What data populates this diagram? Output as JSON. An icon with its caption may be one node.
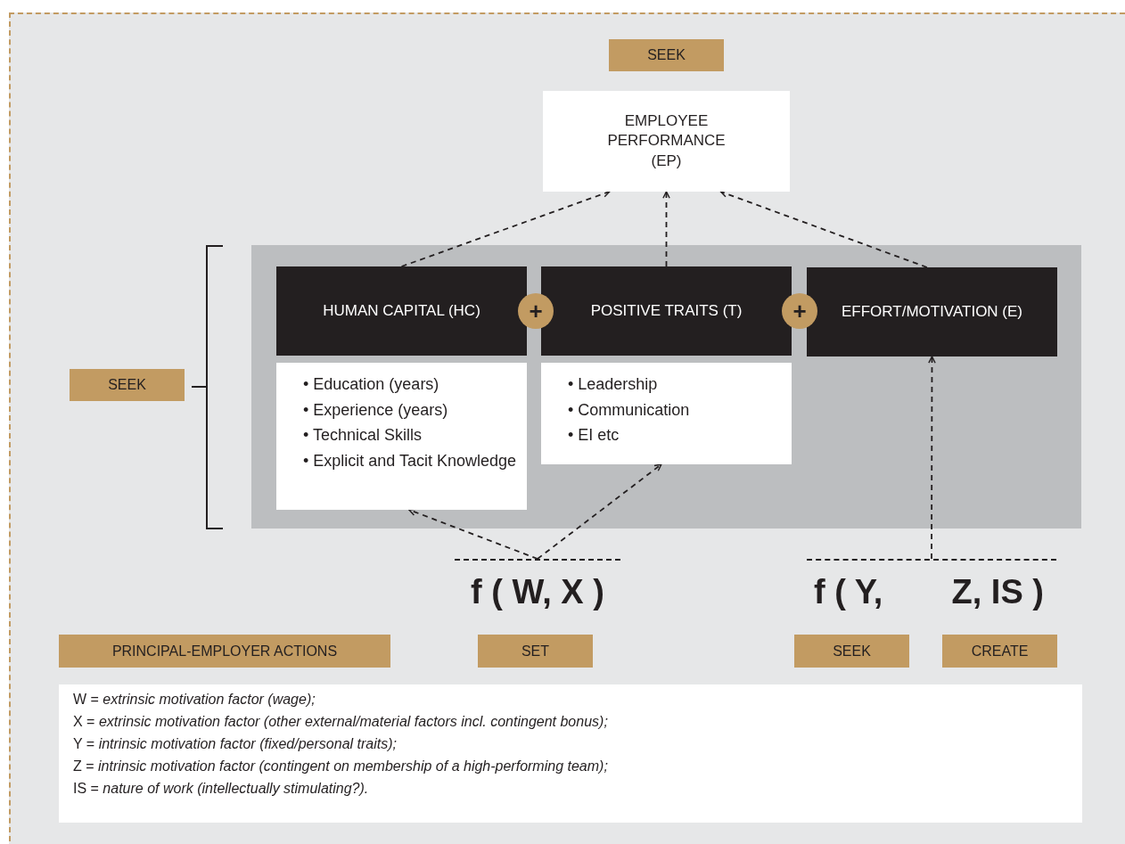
{
  "diagram": {
    "nodes": [
      {
        "text": [
          "SEEK"
        ]
      },
      {
        "text": [
          "EMPLOYEE PERFORMANCE (EP)"
        ]
      },
      {
        "text": [],
        "shape": "box"
      },
      {
        "text": [
          "HUMAN CAPITAL (HC)"
        ],
        "in": 2
      },
      {
        "text": [
          "+"
        ],
        "in": 2
      },
      {
        "text": [
          "POSITIVE TRAITS (T)"
        ],
        "in": 2
      },
      {
        "text": [
          "+"
        ],
        "in": 2
      },
      {
        "text": [
          "EFFORT/MOTIVATION (E)"
        ],
        "in": 2
      },
      {
        "text": [
          "• Education (years)",
          "• Experience (years)",
          "• Technical Skills",
          "• Explicit and Tacit Knowledge"
        ],
        "in": 2
      },
      {
        "text": [
          "• Leadership",
          "• Communication",
          "• EI etc"
        ],
        "in": 2
      },
      {
        "text": [
          "SEEK"
        ]
      },
      {
        "text": [
          "f ( W, X )"
        ]
      },
      {
        "text": [
          "f ( Y,",
          "Z, IS )"
        ]
      },
      {
        "text": [
          "PRINCIPAL-EMPLOYER ACTIONS"
        ]
      },
      {
        "text": [
          "SET"
        ]
      },
      {
        "text": [
          "SEEK"
        ]
      },
      {
        "text": [
          "CREATE"
        ]
      },
      {
        "text": [
          "W  =  *extrinsic motivation factor (wage);*",
          "X  =  *extrinsic motivation factor (other external/material factors incl. contingent bonus);*",
          "Y  =  *intrinsic motivation factor (fixed/personal traits);*",
          "Z  =  *intrinsic motivation factor (contingent on membership of a high-performing team);*",
          "IS  =  *nature of work (intellectually stimulating?).*"
        ]
      }
    ],
    "edges": [
      {
        "from": 3,
        "to": 1,
        "arrow": "to",
        "style": "dashed"
      },
      {
        "from": 5,
        "to": 1,
        "arrow": "to",
        "style": "dashed"
      },
      {
        "from": 7,
        "to": 1,
        "arrow": "to",
        "style": "dashed"
      },
      {
        "from": 11,
        "to": 8,
        "arrow": "to",
        "style": "dashed"
      },
      {
        "from": 11,
        "to": 9,
        "arrow": "to",
        "style": "dashed"
      },
      {
        "from": 12,
        "to": 7,
        "arrow": "to",
        "style": "dashed"
      }
    ]
  }
}
